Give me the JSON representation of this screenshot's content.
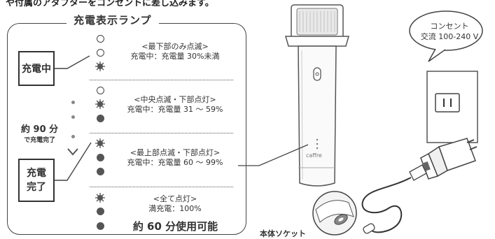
{
  "header": {
    "text": "や付属のアダプターをコンセントに差し込みます。"
  },
  "panel": {
    "title": "充電表示ランプ",
    "state_charging": "充電中",
    "state_complete_line1": "充電",
    "state_complete_line2": "完了",
    "time_label_line1": "約 90 分",
    "time_label_line2": "で充電完了",
    "rows": [
      {
        "title": "<最下部のみ点滅>",
        "detail": "充電中：充電量 30%未満"
      },
      {
        "title": "<中央点滅・下部点灯>",
        "detail": "充電中：充電量 31 ～ 59%"
      },
      {
        "title": "<最上部点滅・下部点灯>",
        "detail": "充電中：充電量 60 ～ 99%"
      },
      {
        "title": "<全て点灯>",
        "detail": "満充電：100%",
        "extra": "約 60 分使用可能"
      }
    ]
  },
  "device": {
    "brand": "caffre",
    "socket_label": "本体ソケット"
  },
  "outlet": {
    "label_line1": "コンセント",
    "label_line2": "交流 100-240 V"
  }
}
